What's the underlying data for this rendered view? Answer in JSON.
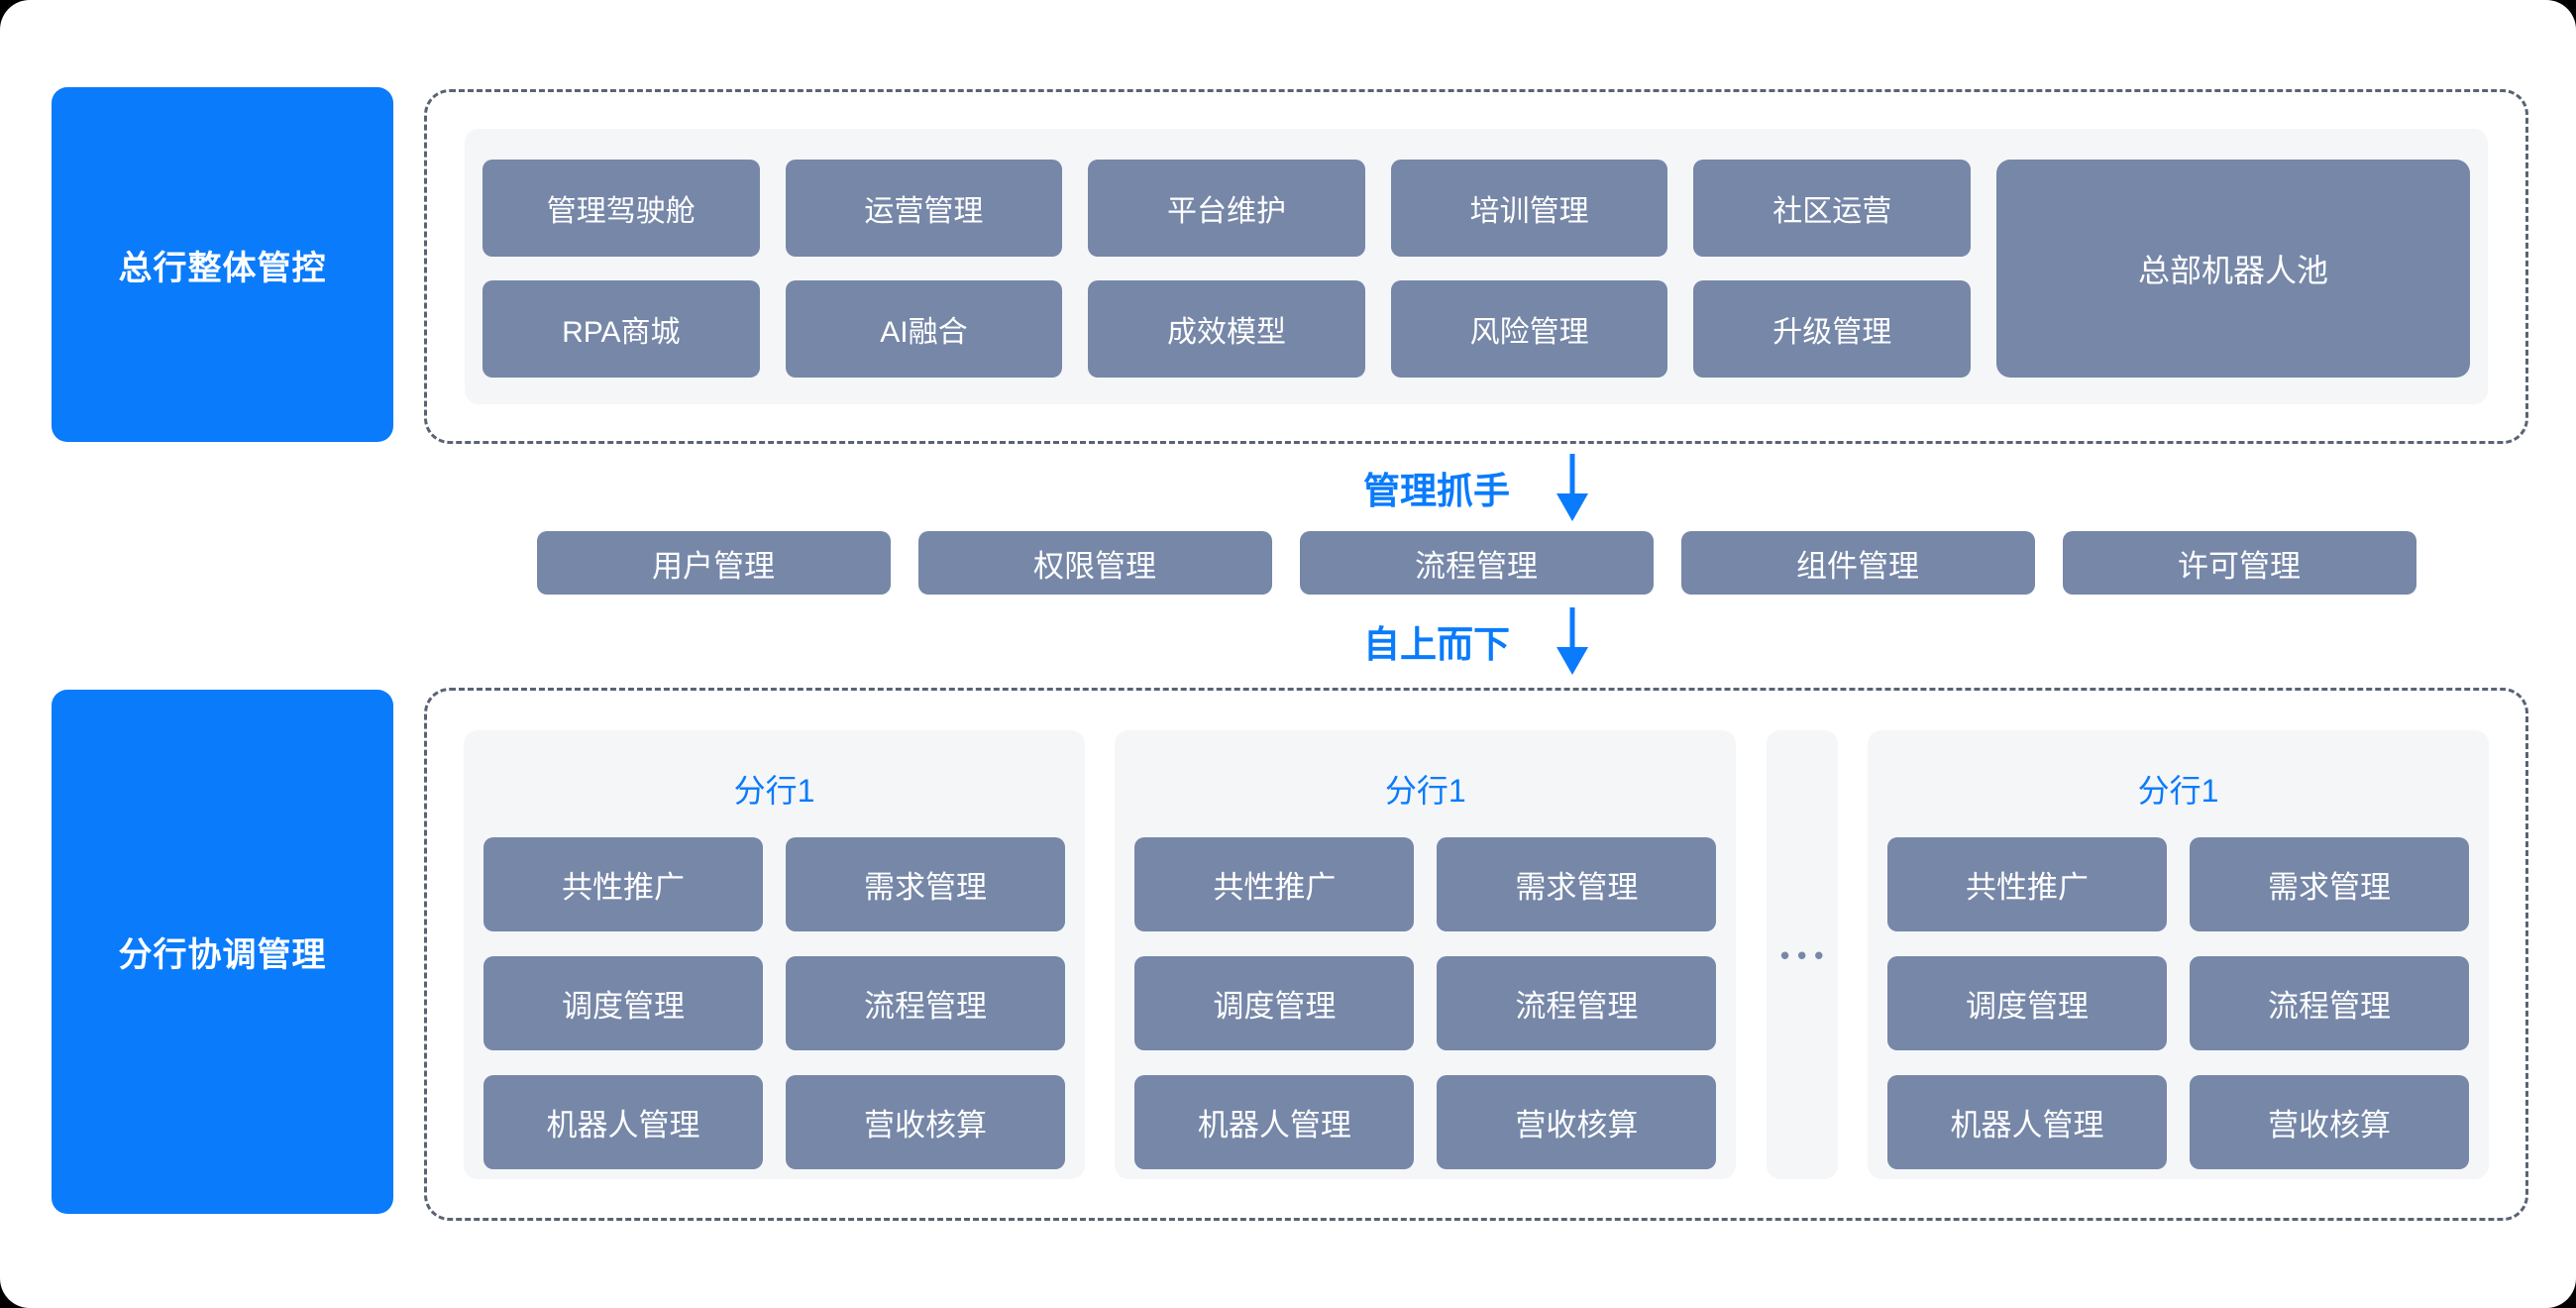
{
  "colors": {
    "backdrop": "#000000",
    "canvas": "#ffffff",
    "accent_blue": "#0a7bfb",
    "module_chip": "#7687a8",
    "panel_gray": "#f5f6f8",
    "dashed_border": "#5a6374"
  },
  "top_section": {
    "side_label": "总行整体管控",
    "module_buttons": [
      "管理驾驶舱",
      "运营管理",
      "平台维护",
      "培训管理",
      "社区运营",
      "RPA商城",
      "AI融合",
      "成效模型",
      "风险管理",
      "升级管理"
    ],
    "pool_label": "总部机器人池"
  },
  "flow": {
    "top_label": "管理抓手",
    "bottom_label": "自上而下"
  },
  "middle_section": {
    "buttons": [
      "用户管理",
      "权限管理",
      "流程管理",
      "组件管理",
      "许可管理"
    ]
  },
  "bottom_section": {
    "side_label": "分行协调管理",
    "ellipsis": "•••",
    "branches": [
      {
        "title": "分行1",
        "buttons": [
          "共性推广",
          "需求管理",
          "调度管理",
          "流程管理",
          "机器人管理",
          "营收核算"
        ]
      },
      {
        "title": "分行1",
        "buttons": [
          "共性推广",
          "需求管理",
          "调度管理",
          "流程管理",
          "机器人管理",
          "营收核算"
        ]
      },
      {
        "title": "分行1",
        "buttons": [
          "共性推广",
          "需求管理",
          "调度管理",
          "流程管理",
          "机器人管理",
          "营收核算"
        ]
      }
    ]
  }
}
